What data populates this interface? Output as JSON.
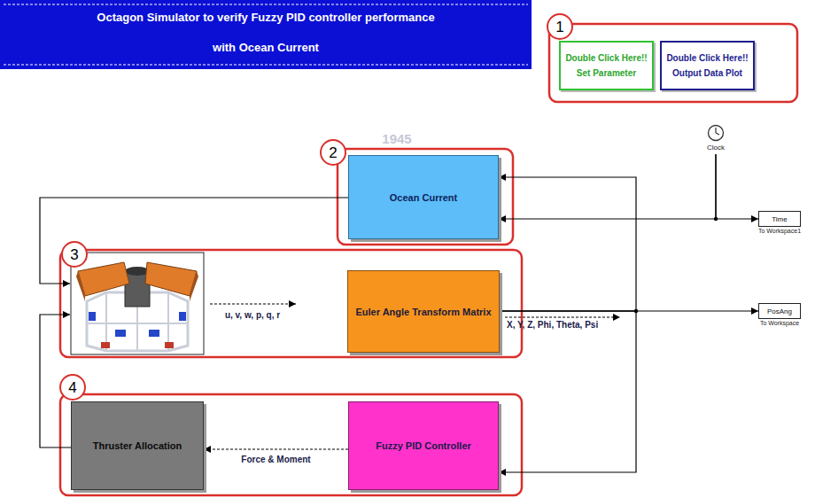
{
  "diagram": {
    "title": "Octagon Simulator to verify Fuzzy PID controller performance with Ocean Current",
    "nodes": [
      {
        "text": [
          "Double Click Here!!",
          "Set Parameter"
        ]
      },
      {
        "text": [
          "Double Click Here!!",
          "Output Data Plot"
        ]
      },
      {
        "text": [
          "Ocean Current"
        ]
      },
      {
        "text": [
          "Clock"
        ]
      },
      {
        "text": [
          "Time",
          "To Workspace1"
        ]
      },
      {
        "text": [
          "Euler Angle Transform Matrix"
        ]
      },
      {
        "text": [
          "PosAng",
          "To Workspace"
        ]
      },
      {
        "text": [
          "Thruster Allocation"
        ]
      },
      {
        "text": [
          "Fuzzy PID Controller"
        ]
      }
    ],
    "edges": [
      {
        "from": 3,
        "to": 4,
        "arrow": "to"
      },
      {
        "from": 3,
        "to": 2,
        "arrow": "to"
      },
      {
        "from": 5,
        "to": 6,
        "arrow": "to"
      },
      {
        "from": 5,
        "to": 2,
        "arrow": "to"
      },
      {
        "from": 5,
        "to": 8,
        "arrow": "to"
      },
      {
        "from": 8,
        "to": 7,
        "label": "Force & Moment",
        "arrow": "to"
      }
    ],
    "labels": [
      "1",
      "2",
      "3",
      "4",
      "1945",
      "u, v, w, p, q, r",
      "X, Y, Z, Phi, Theta, Psi"
    ]
  }
}
